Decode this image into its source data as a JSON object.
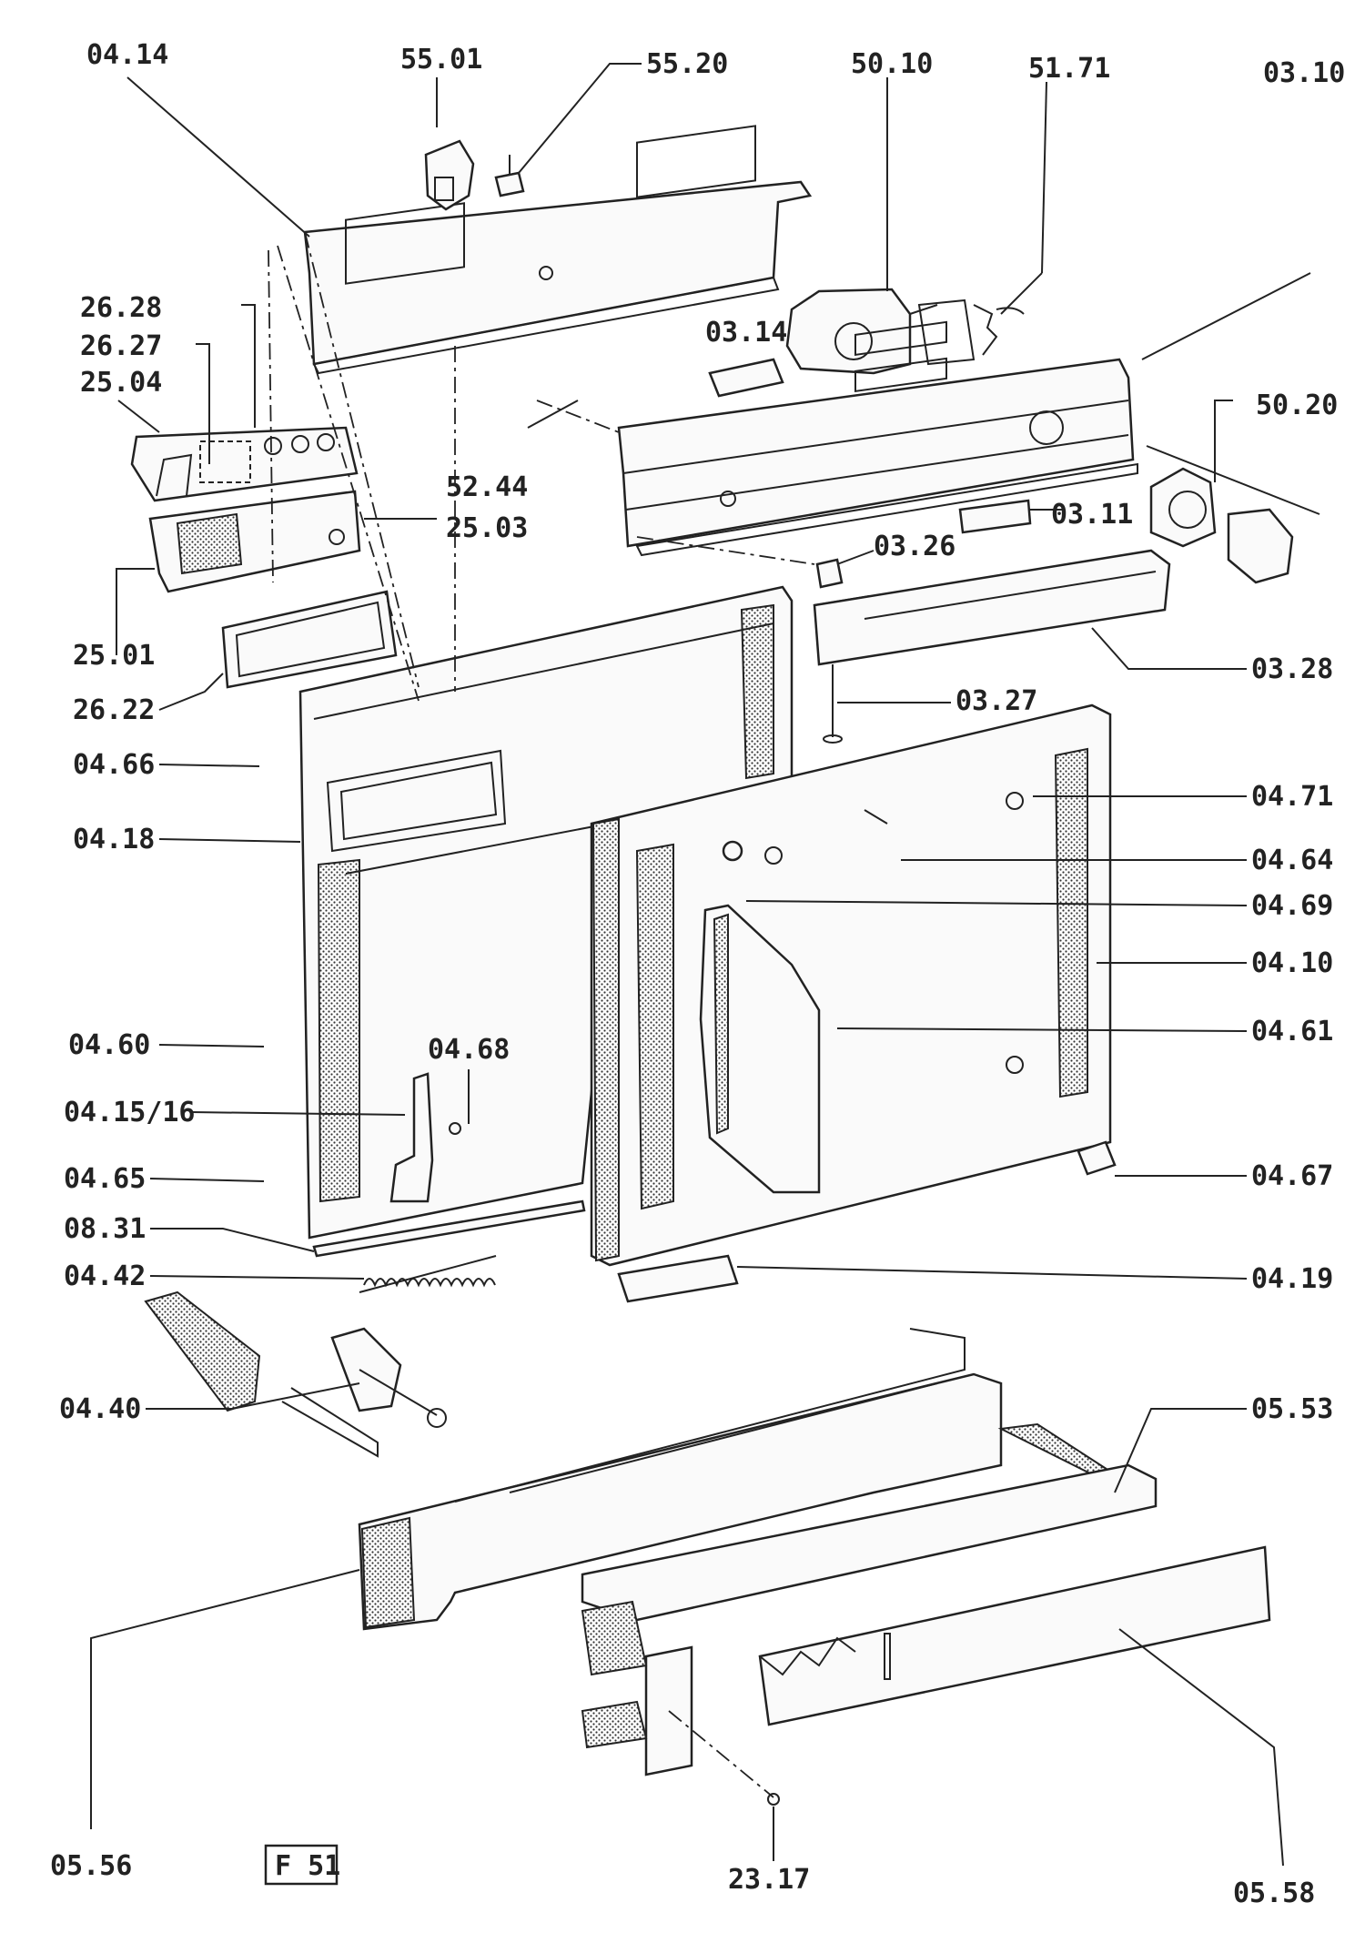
{
  "figure_id": "F 51",
  "labels": {
    "p0414": "04.14",
    "p5501": "55.01",
    "p5520": "55.20",
    "p5010": "50.10",
    "p5171": "51.71",
    "p0310": "03.10",
    "p2628": "26.28",
    "p2627": "26.27",
    "p2504": "25.04",
    "p0314": "03.14",
    "p5020": "50.20",
    "p5244": "52.44",
    "p2503": "25.03",
    "p0311": "03.11",
    "p0326": "03.26",
    "p2501": "25.01",
    "p0328": "03.28",
    "p2622": "26.22",
    "p0327": "03.27",
    "p0466": "04.66",
    "p0471": "04.71",
    "p0418": "04.18",
    "p0464": "04.64",
    "p0469": "04.69",
    "p0410": "04.10",
    "p0460": "04.60",
    "p0468": "04.68",
    "p0461": "04.61",
    "p041516": "04.15/16",
    "p0465": "04.65",
    "p0467": "04.67",
    "p0831": "08.31",
    "p0442": "04.42",
    "p0419": "04.19",
    "p0440": "04.40",
    "p0553": "05.53",
    "p0556": "05.56",
    "p2317": "23.17",
    "p0558": "05.58"
  }
}
